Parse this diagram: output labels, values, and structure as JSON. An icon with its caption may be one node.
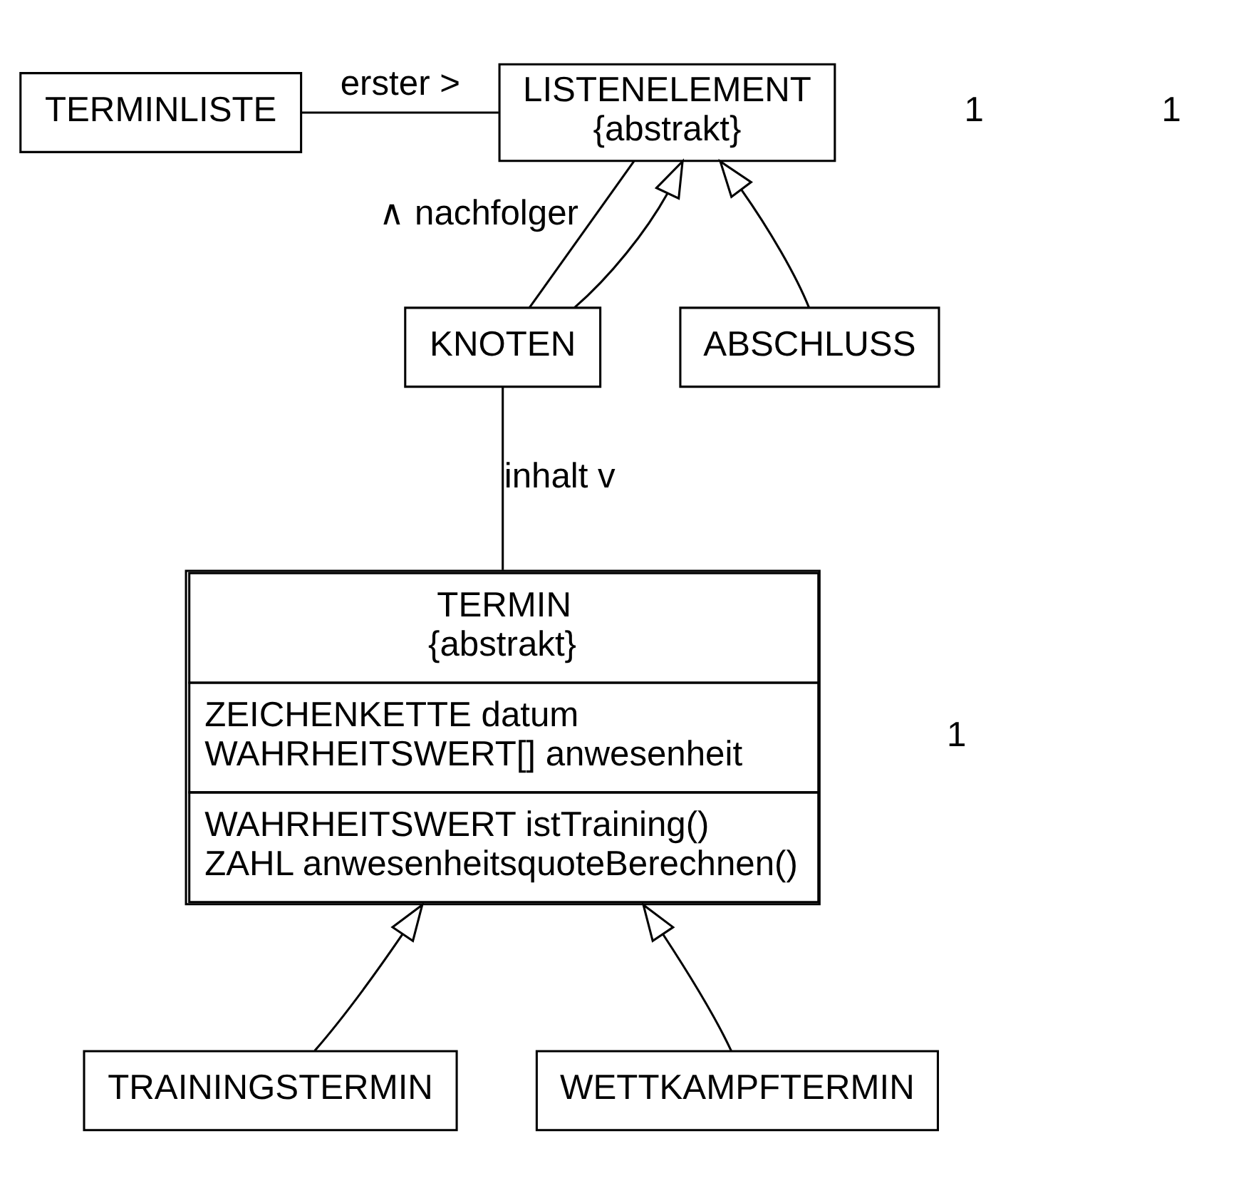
{
  "diagram": {
    "nodes": [
      {
        "text": [
          "TERMINLISTE"
        ]
      },
      {
        "text": [
          "LISTENELEMENT",
          "{abstrakt}"
        ]
      },
      {
        "text": [
          "KNOTEN"
        ]
      },
      {
        "text": [
          "ABSCHLUSS"
        ]
      },
      {
        "text": [
          "TERMIN",
          "{abstrakt}",
          "ZEICHENKETTE datum",
          "WAHRHEITSWERT[] anwesenheit",
          "WAHRHEITSWERT istTraining()",
          "ZAHL anwesenheitsquoteBerechnen()"
        ]
      },
      {
        "text": [
          "TRAININGSTERMIN"
        ]
      },
      {
        "text": [
          "WETTKAMPFTERMIN"
        ]
      }
    ],
    "edges": [
      {
        "from": 0,
        "to": 1,
        "arrow": "none",
        "label": "erster >"
      },
      {
        "from": 2,
        "to": 1,
        "arrow": "none",
        "label": "∧ nachfolger"
      },
      {
        "from": 2,
        "to": 1,
        "arrow": "to"
      },
      {
        "from": 3,
        "to": 1,
        "arrow": "to"
      },
      {
        "from": 2,
        "to": 4,
        "arrow": "none",
        "label": "inhalt v"
      },
      {
        "from": 5,
        "to": 4,
        "arrow": "to"
      },
      {
        "from": 6,
        "to": 4,
        "arrow": "to"
      }
    ],
    "labels": [
      "1",
      "1",
      "1"
    ]
  }
}
